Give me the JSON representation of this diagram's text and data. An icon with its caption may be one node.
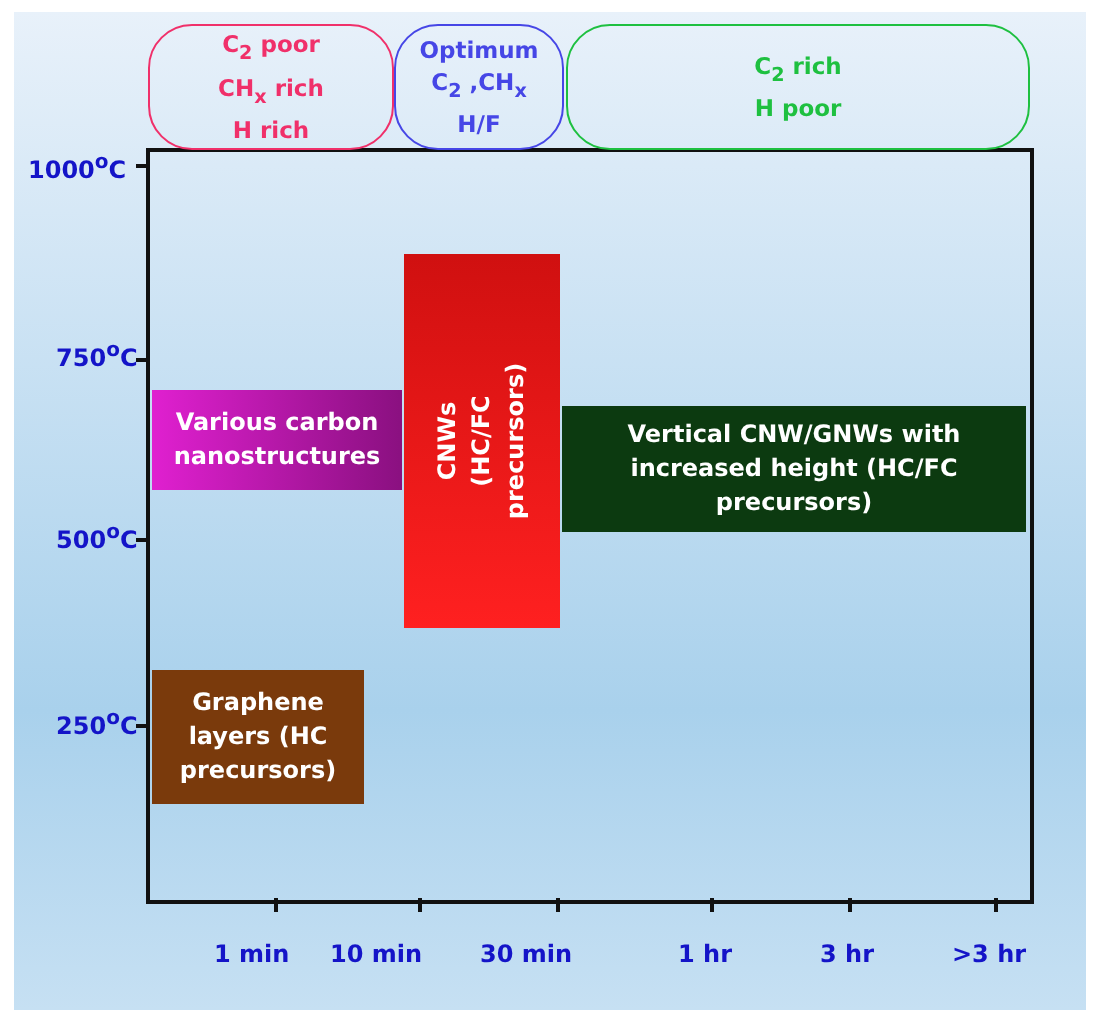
{
  "diagram": {
    "nodes": [
      {
        "text": [
          "C$_{2}$ poor",
          "CH$_{x}$ rich",
          "H rich"
        ]
      },
      {
        "text": [
          "Optimum",
          "C$_{2}$ ,CH$_{x}$",
          "H/F"
        ]
      },
      {
        "text": [
          "C$_{2}$ rich",
          "H poor"
        ]
      },
      {
        "text": [
          "Various carbon nanostructures"
        ]
      },
      {
        "text": [
          "CNWs (HC/FC precursors)"
        ]
      },
      {
        "text": [
          "Vertical CNW/GNWs with increased height (HC/FC precursors)"
        ]
      },
      {
        "text": [
          "Graphene layers (HC precursors)"
        ]
      }
    ],
    "labels": [
      "1000$^{o}$C",
      "750$^{o}$C",
      "500$^{o}$C",
      "250$^{o}$C",
      "1 min",
      "10 min",
      "30 min",
      "1 hr",
      "3 hr",
      ">3 hr"
    ]
  }
}
